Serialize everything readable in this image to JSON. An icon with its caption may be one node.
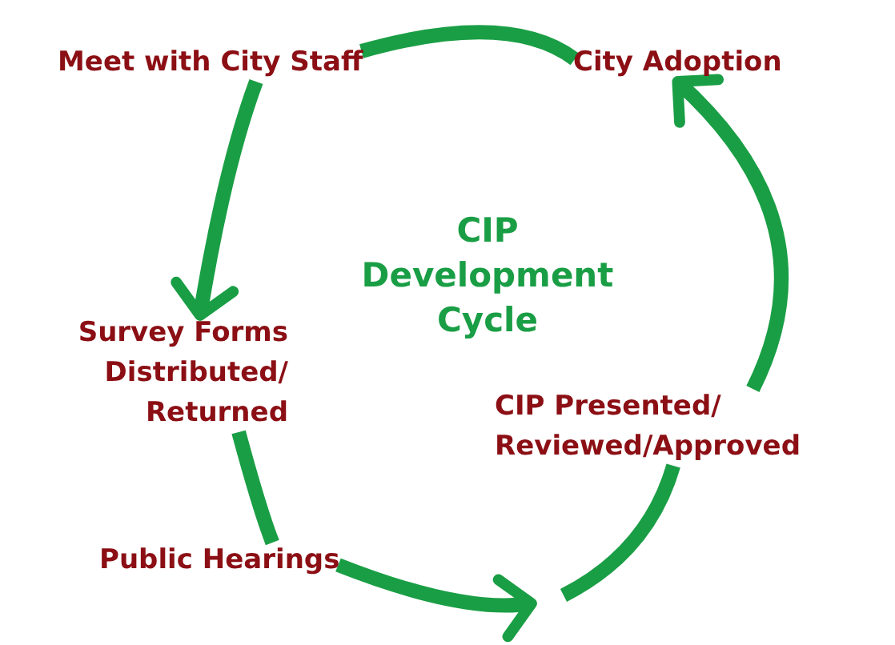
{
  "diagram": {
    "title": "CIP Development Cycle",
    "nodes": [
      {
        "text": [
          "Meet with City Staff"
        ]
      },
      {
        "text": [
          "City Adoption"
        ]
      },
      {
        "text": [
          "Survey Forms Distributed/ Returned"
        ]
      },
      {
        "text": [
          "CIP Presented/ Reviewed/Approved"
        ]
      },
      {
        "text": [
          "Public Hearings"
        ]
      }
    ],
    "edges": [
      {
        "from": 1,
        "to": 0,
        "arrow": "none"
      },
      {
        "from": 0,
        "to": 2,
        "arrow": "to"
      },
      {
        "from": 2,
        "to": 4,
        "arrow": "none"
      },
      {
        "from": 4,
        "to": null,
        "arrow": "to"
      },
      {
        "from": null,
        "to": 3,
        "arrow": "none"
      },
      {
        "from": 3,
        "to": 1,
        "arrow": "to"
      }
    ]
  }
}
